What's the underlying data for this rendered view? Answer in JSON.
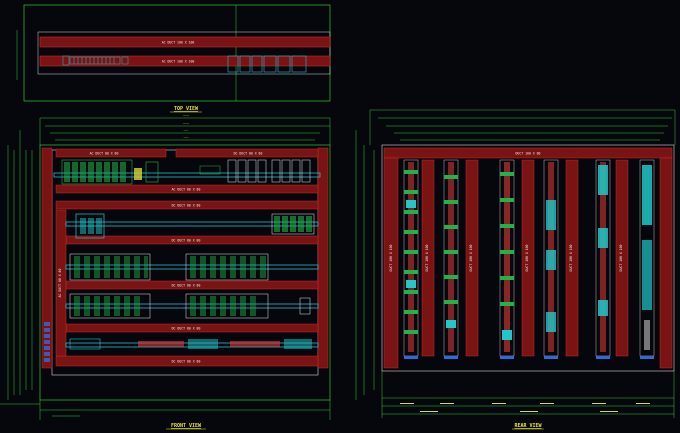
{
  "colors": {
    "background": "#05070d",
    "frame": "#32c832",
    "panel_border": "#d8d8d8",
    "duct_fill": "#7a1414",
    "duct_line": "#c82828",
    "din_rail": "#2ab8c8",
    "device_green": "#21b24a",
    "device_cyan": "#20c8c8",
    "dimension": "#d6d63a",
    "title": "#e5e52a",
    "wire_red": "#e23a3a",
    "link_blue": "#2f6bd8"
  },
  "views": {
    "top": {
      "title": "TOP VIEW",
      "duct_upper_label": "AC DUCT 100 X 100",
      "duct_lower_label": "AC DUCT 100 X 100"
    },
    "front": {
      "title": "FRONT VIEW",
      "duct_labels": {
        "row1_left": "AC DUCT 80 X 80",
        "row1_right": "DC DUCT 80 X 80",
        "row2": "AC DUCT 80 X 80",
        "row3": "DC DUCT 80 X 80",
        "row4": "DC DUCT 80 X 80",
        "row5": "DC DUCT 80 X 80",
        "row6": "DC DUCT 80 X 80",
        "row7": "DC DUCT 80 X 80",
        "left_vertical": "AC DUCT 80 X 80"
      }
    },
    "rear": {
      "title": "REAR VIEW",
      "top_duct_label": "DUCT 100 X 80",
      "vertical_duct_labels": [
        "DUCT 100 X 100",
        "DUCT 100 X 100",
        "DUCT 100 X 100",
        "DUCT 100 X 100",
        "DUCT 100 X 100",
        "DUCT 100 X 100"
      ]
    }
  }
}
